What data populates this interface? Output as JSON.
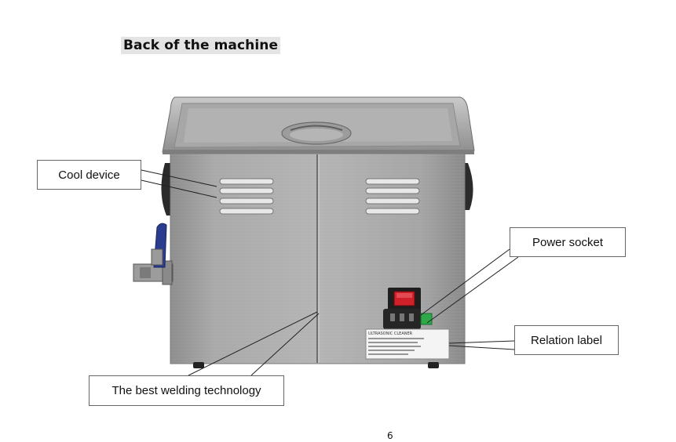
{
  "page": {
    "heading": "Back of the machine",
    "page_number": "6"
  },
  "callouts": {
    "cool_device": "Cool device",
    "power_socket": "Power socket",
    "relation_label": "Relation label",
    "welding": "The best welding technology"
  },
  "machine_label": {
    "title": "ULTRASONIC CLEANER"
  },
  "colors": {
    "steel_light": "#b8b8b8",
    "steel_dark": "#8a8a8a",
    "handle_blue": "#2b3c8f",
    "switch_red": "#d0202a",
    "indicator_green": "#2fa84a"
  }
}
